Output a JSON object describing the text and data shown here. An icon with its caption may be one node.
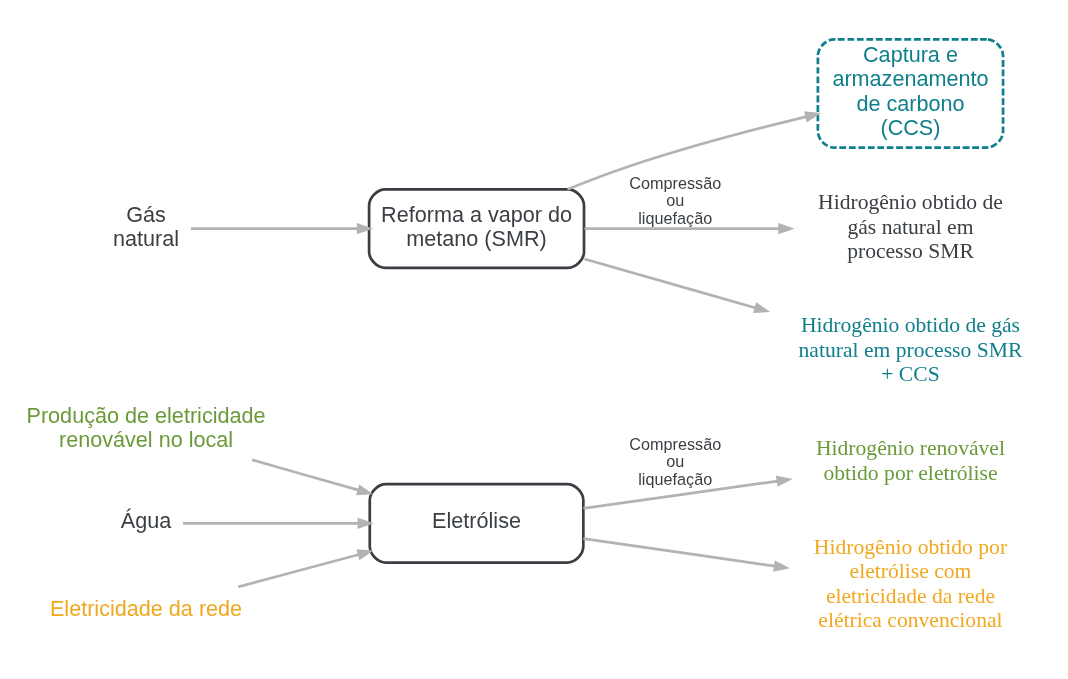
{
  "diagram": {
    "nodes": [
      {
        "text": [
          "Produção de eletricidade renovável no local"
        ]
      },
      {
        "text": [
          "Água"
        ]
      },
      {
        "text": [
          "Eletrólise"
        ]
      },
      {
        "text": [
          "Eletricidade da rede"
        ]
      },
      {
        "text": [
          "Hidrogênio renovável obtido por eletrólise"
        ]
      },
      {
        "text": [
          "Hidrogênio obtido por eletrólise com eletricidade da rede elétrica convencional"
        ]
      },
      {
        "text": [
          "Gás natural"
        ]
      },
      {
        "text": [
          "Reforma a vapor do metano (SMR)"
        ]
      },
      {
        "text": [
          "Captura e armazenamento de carbono (CCS)"
        ]
      },
      {
        "text": [
          "Hidrogênio obtido de gás natural em processo SMR"
        ]
      },
      {
        "text": [
          "Hidrogênio obtido de gás natural em processo SMR + CCS"
        ]
      }
    ],
    "edges": [
      {
        "from": 0,
        "to": 2,
        "arrow": "to"
      },
      {
        "from": 1,
        "to": 2,
        "arrow": "to"
      },
      {
        "from": 3,
        "to": 2,
        "arrow": "to"
      },
      {
        "from": 2,
        "to": 4,
        "arrow": "to",
        "label": "Compressão ou liquefação"
      },
      {
        "from": 2,
        "to": 5,
        "arrow": "to"
      },
      {
        "from": 6,
        "to": 7,
        "arrow": "to"
      },
      {
        "from": 7,
        "to": 9,
        "arrow": "to",
        "label": "Compressão ou liquefação"
      },
      {
        "from": 7,
        "to": 10,
        "arrow": "to"
      },
      {
        "from": 7,
        "to": 8,
        "arrow": "to"
      }
    ]
  }
}
